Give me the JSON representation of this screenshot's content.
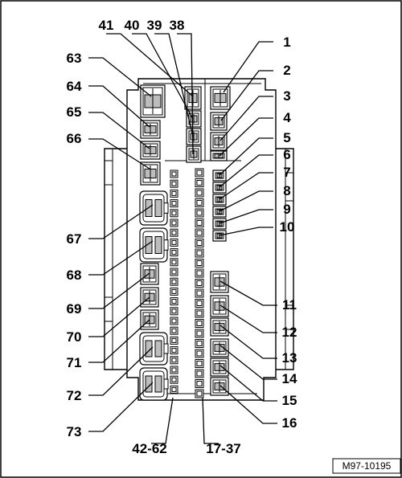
{
  "diagram": {
    "callouts": [
      {
        "id": "1",
        "label": "1"
      },
      {
        "id": "2",
        "label": "2"
      },
      {
        "id": "3",
        "label": "3"
      },
      {
        "id": "4",
        "label": "4"
      },
      {
        "id": "5",
        "label": "5"
      },
      {
        "id": "6",
        "label": "6"
      },
      {
        "id": "7",
        "label": "7"
      },
      {
        "id": "8",
        "label": "8"
      },
      {
        "id": "9",
        "label": "9"
      },
      {
        "id": "10",
        "label": "10"
      },
      {
        "id": "11",
        "label": "11"
      },
      {
        "id": "12",
        "label": "12"
      },
      {
        "id": "13",
        "label": "13"
      },
      {
        "id": "14",
        "label": "14"
      },
      {
        "id": "15",
        "label": "15"
      },
      {
        "id": "16",
        "label": "16"
      },
      {
        "id": "17-37",
        "label": "17-37"
      },
      {
        "id": "38",
        "label": "38"
      },
      {
        "id": "39",
        "label": "39"
      },
      {
        "id": "40",
        "label": "40"
      },
      {
        "id": "41",
        "label": "41"
      },
      {
        "id": "42-62",
        "label": "42-62"
      },
      {
        "id": "63",
        "label": "63"
      },
      {
        "id": "64",
        "label": "64"
      },
      {
        "id": "65",
        "label": "65"
      },
      {
        "id": "66",
        "label": "66"
      },
      {
        "id": "67",
        "label": "67"
      },
      {
        "id": "68",
        "label": "68"
      },
      {
        "id": "69",
        "label": "69"
      },
      {
        "id": "70",
        "label": "70"
      },
      {
        "id": "71",
        "label": "71"
      },
      {
        "id": "72",
        "label": "72"
      },
      {
        "id": "73",
        "label": "73"
      }
    ],
    "reference": "M97-10195"
  }
}
